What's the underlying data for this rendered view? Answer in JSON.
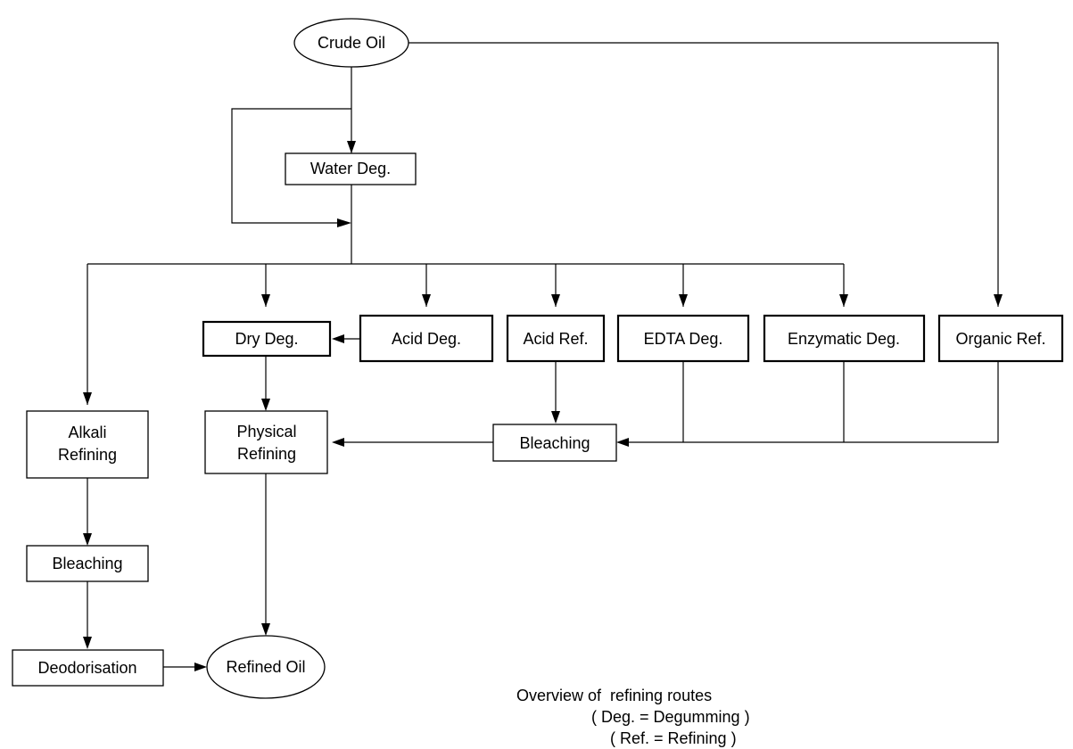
{
  "diagram": {
    "nodes": {
      "crude_oil": "Crude Oil",
      "water_deg": "Water Deg.",
      "dry_deg": "Dry Deg.",
      "acid_deg": "Acid Deg.",
      "acid_ref": "Acid Ref.",
      "edta_deg": "EDTA Deg.",
      "enzymatic_deg": "Enzymatic Deg.",
      "organic_ref": "Organic Ref.",
      "alkali_refining_line1": "Alkali",
      "alkali_refining_line2": "Refining",
      "physical_refining_line1": "Physical",
      "physical_refining_line2": "Refining",
      "bleaching_left": "Bleaching",
      "bleaching_right": "Bleaching",
      "deodorisation": "Deodorisation",
      "refined_oil": "Refined Oil"
    },
    "legend": {
      "title": "Overview of  refining routes",
      "line2": "( Deg. = Degumming )",
      "line3": "( Ref. = Refining )"
    }
  }
}
